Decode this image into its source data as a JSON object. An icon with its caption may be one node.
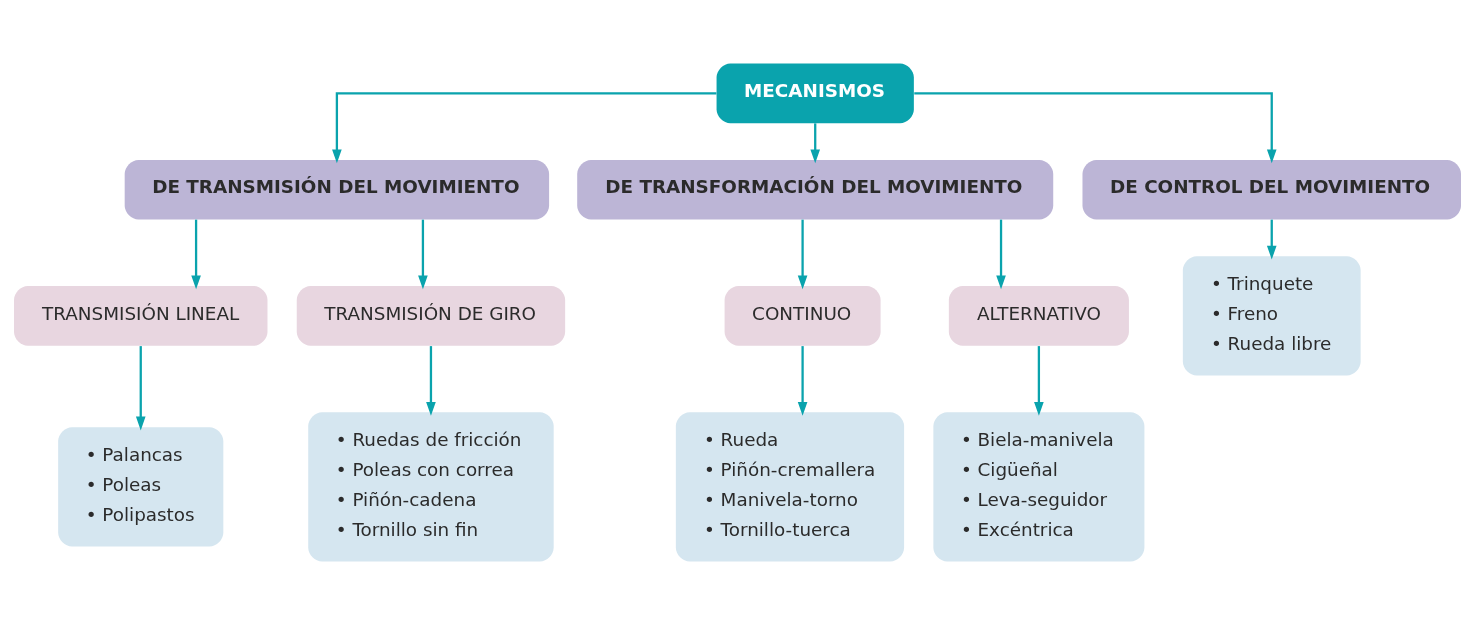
{
  "diagram": {
    "nodes": [
      {
        "text": [
          "MECANISMOS"
        ]
      },
      {
        "text": [
          "DE TRANSMISIÓN DEL MOVIMIENTO"
        ]
      },
      {
        "text": [
          "DE TRANSFORMACIÓN DEL MOVIMIENTO"
        ]
      },
      {
        "text": [
          "DE CONTROL DEL MOVIMIENTO"
        ]
      },
      {
        "text": [
          "TRANSMISIÓN LINEAL"
        ]
      },
      {
        "text": [
          "TRANSMISIÓN DE GIRO"
        ]
      },
      {
        "text": [
          "CONTINUO"
        ]
      },
      {
        "text": [
          "ALTERNATIVO"
        ]
      },
      {
        "text": [
          "• Palancas",
          "• Poleas",
          "• Polipastos"
        ]
      },
      {
        "text": [
          "• Ruedas de fricción",
          "• Poleas con correa",
          "• Piñón-cadena",
          "• Tornillo sin fin"
        ]
      },
      {
        "text": [
          "• Rueda",
          "• Piñón-cremallera",
          "• Manivela-torno",
          "• Tornillo-tuerca"
        ]
      },
      {
        "text": [
          "• Biela-manivela",
          "• Cigüeñal",
          "• Leva-seguidor",
          "• Excéntrica"
        ]
      },
      {
        "text": [
          "• Trinquete",
          "• Freno",
          "• Rueda libre"
        ]
      }
    ],
    "edges": [
      {
        "from": 0,
        "to": 1,
        "arrow": "to"
      },
      {
        "from": 0,
        "to": 2,
        "arrow": "to"
      },
      {
        "from": 0,
        "to": 3,
        "arrow": "to"
      },
      {
        "from": 1,
        "to": 4,
        "arrow": "to"
      },
      {
        "from": 1,
        "to": 5,
        "arrow": "to"
      },
      {
        "from": 2,
        "to": 6,
        "arrow": "to"
      },
      {
        "from": 2,
        "to": 7,
        "arrow": "to"
      },
      {
        "from": 3,
        "to": 12,
        "arrow": "to"
      },
      {
        "from": 4,
        "to": 8,
        "arrow": "to"
      },
      {
        "from": 5,
        "to": 9,
        "arrow": "to"
      },
      {
        "from": 6,
        "to": 10,
        "arrow": "to"
      },
      {
        "from": 7,
        "to": 11,
        "arrow": "to"
      }
    ]
  }
}
